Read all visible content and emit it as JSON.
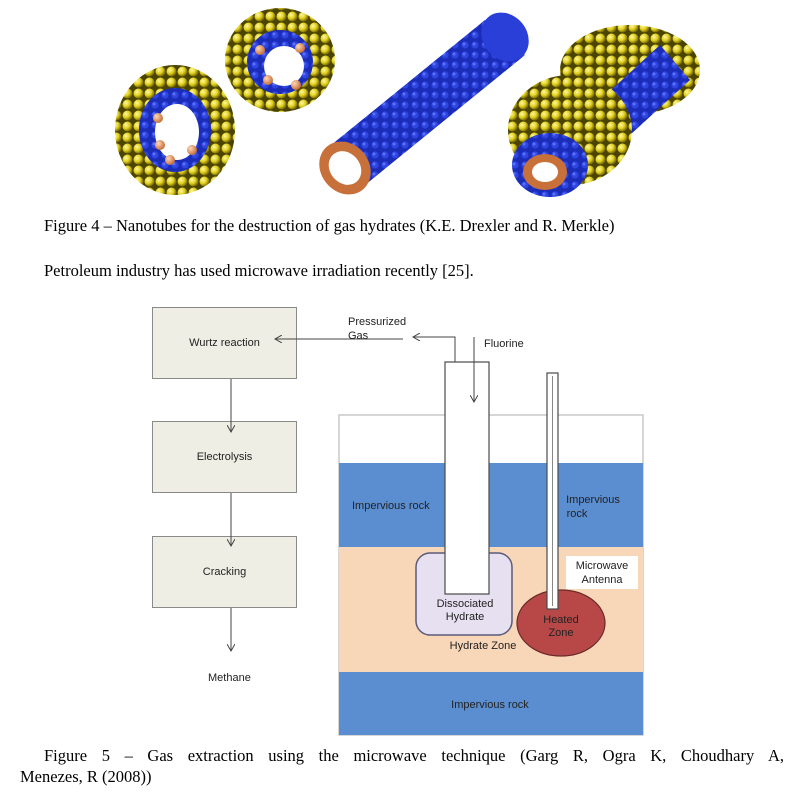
{
  "figure4": {
    "caption": "Figure 4 – Nanotubes for the destruction of gas hydrates (K.E. Drexler and R. Merkle)"
  },
  "body_text": "Petroleum industry has used microwave irradiation recently [25].",
  "figure5": {
    "flow": {
      "step1": "Wurtz reaction",
      "step2": "Electrolysis",
      "step3": "Cracking",
      "output": "Methane"
    },
    "labels": {
      "pressurized_gas": "Pressurized Gas",
      "fluorine": "Fluorine",
      "impervious_rock_left": "Impervious rock",
      "impervious_rock_right_1": "Impervious",
      "impervious_rock_right_2": "rock",
      "microwave_antenna_1": "Microwave",
      "microwave_antenna_2": "Antenna",
      "dissociated_hydrate_1": "Dissociated",
      "dissociated_hydrate_2": "Hydrate",
      "heated_zone_1": "Heated",
      "heated_zone_2": "Zone",
      "hydrate_zone": "Hydrate Zone",
      "impervious_rock_bottom": "Impervious rock"
    },
    "colors": {
      "rock": "#5b8ed0",
      "hydrate_zone": "#f8d6b8",
      "heated_zone": "#b84848",
      "dissociated": "#e6e0f0",
      "flow_box": "#efeee4"
    },
    "caption_line1": "Figure 5 – Gas extraction using the microwave technique (Garg R, Ogra K, Choudhary A,",
    "caption_line2": "Menezes, R (2008))"
  }
}
